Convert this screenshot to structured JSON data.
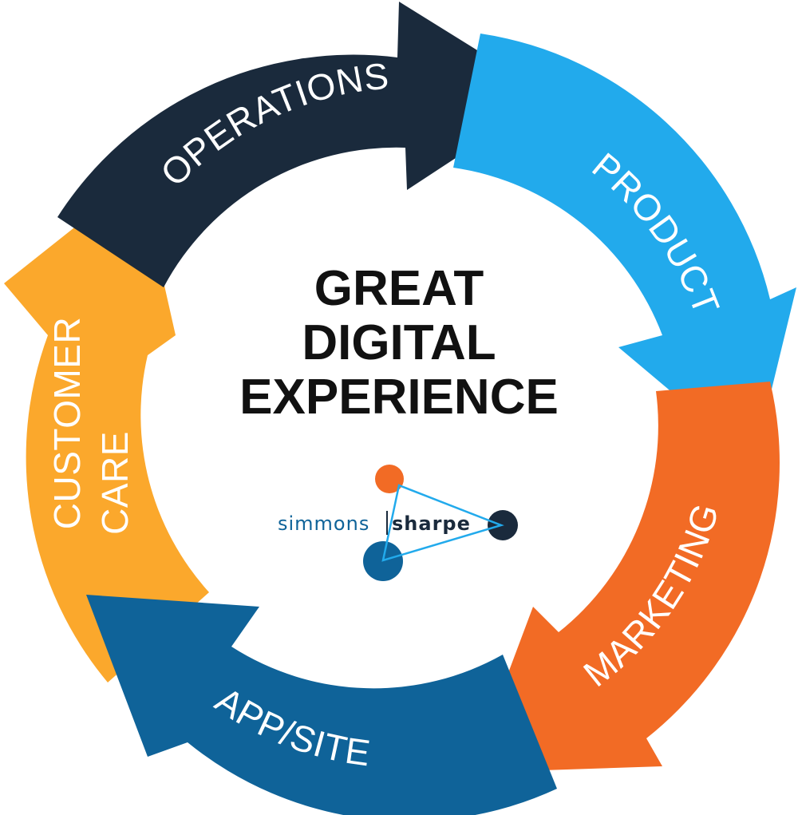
{
  "colors": {
    "operations": "#1a2a3c",
    "product": "#22aaec",
    "marketing": "#f26b25",
    "app_site": "#0f6399",
    "customer_care": "#fba82c",
    "logo_orange": "#f26b25",
    "logo_navy": "#1a2a3c",
    "logo_blue": "#0f6399",
    "logo_line": "#22aaec"
  },
  "segments": {
    "operations": {
      "label": "OPERATIONS"
    },
    "product": {
      "label": "PRODUCT"
    },
    "marketing": {
      "label": "MARKETING"
    },
    "app_site": {
      "label": "APP/SITE"
    },
    "customer_care": {
      "label_line1": "CUSTOMER",
      "label_line2": "CARE"
    }
  },
  "center": {
    "line1": "GREAT",
    "line2": "DIGITAL",
    "line3": "EXPERIENCE"
  },
  "logo": {
    "word1": "simmons",
    "word2": "sharpe"
  }
}
